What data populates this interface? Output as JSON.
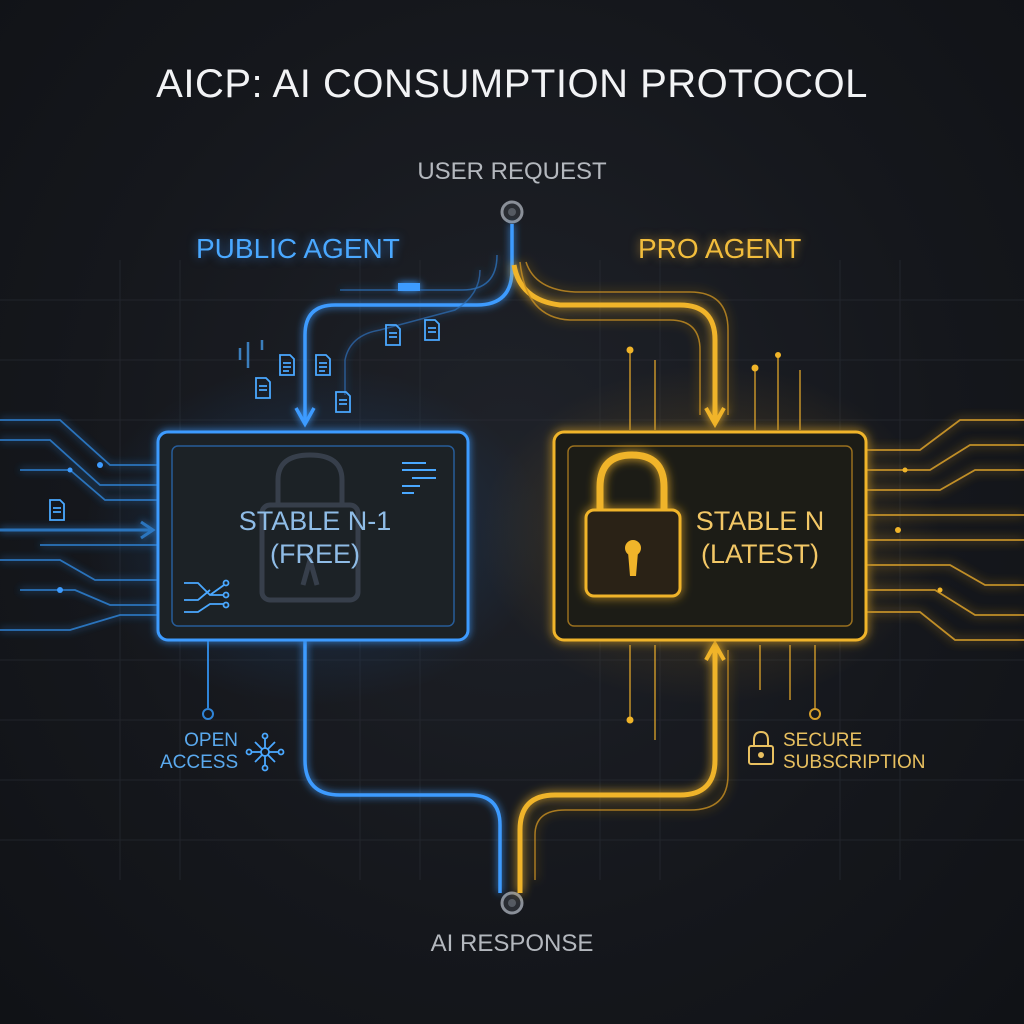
{
  "title": "AICP: AI CONSUMPTION PROTOCOL",
  "user_request": "USER REQUEST",
  "ai_response": "AI RESPONSE",
  "public_agent": {
    "title": "PUBLIC AGENT",
    "box_line1": "STABLE N-1",
    "box_line2": "(FREE)",
    "note_line1": "OPEN",
    "note_line2": "ACCESS",
    "color": "#3d9bff"
  },
  "pro_agent": {
    "title": "PRO AGENT",
    "box_line1": "STABLE N",
    "box_line2": "(LATEST)",
    "note_line1": "SECURE",
    "note_line2": "SUBSCRIPTION",
    "color": "#f0b429"
  },
  "icons": [
    "document-icon",
    "padlock-icon",
    "keyhole-icon",
    "network-icon",
    "lock-icon",
    "circuit-icon"
  ]
}
